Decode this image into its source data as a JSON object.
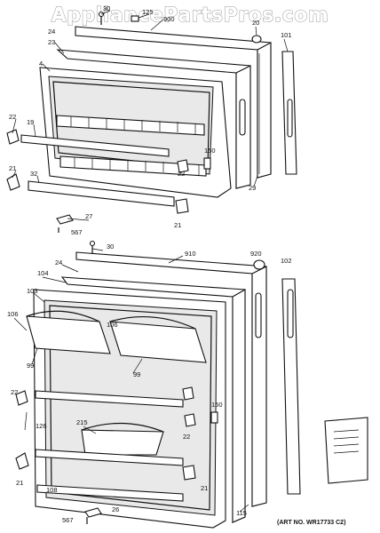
{
  "watermark": "AppliancePartsPros.com",
  "art_number": "(ART NO. WR17733 C2)",
  "callouts": {
    "freezer": [
      "30",
      "125",
      "900",
      "20",
      "101",
      "23",
      "24",
      "4",
      "22",
      "19",
      "21",
      "32",
      "150",
      "22",
      "29",
      "27",
      "567",
      "21"
    ],
    "fresh_food": [
      "30",
      "910",
      "920",
      "102",
      "24",
      "104",
      "103",
      "106",
      "106",
      "99",
      "99",
      "22",
      "126",
      "215",
      "150",
      "22",
      "21",
      "108",
      "21",
      "26",
      "567",
      "115"
    ]
  }
}
